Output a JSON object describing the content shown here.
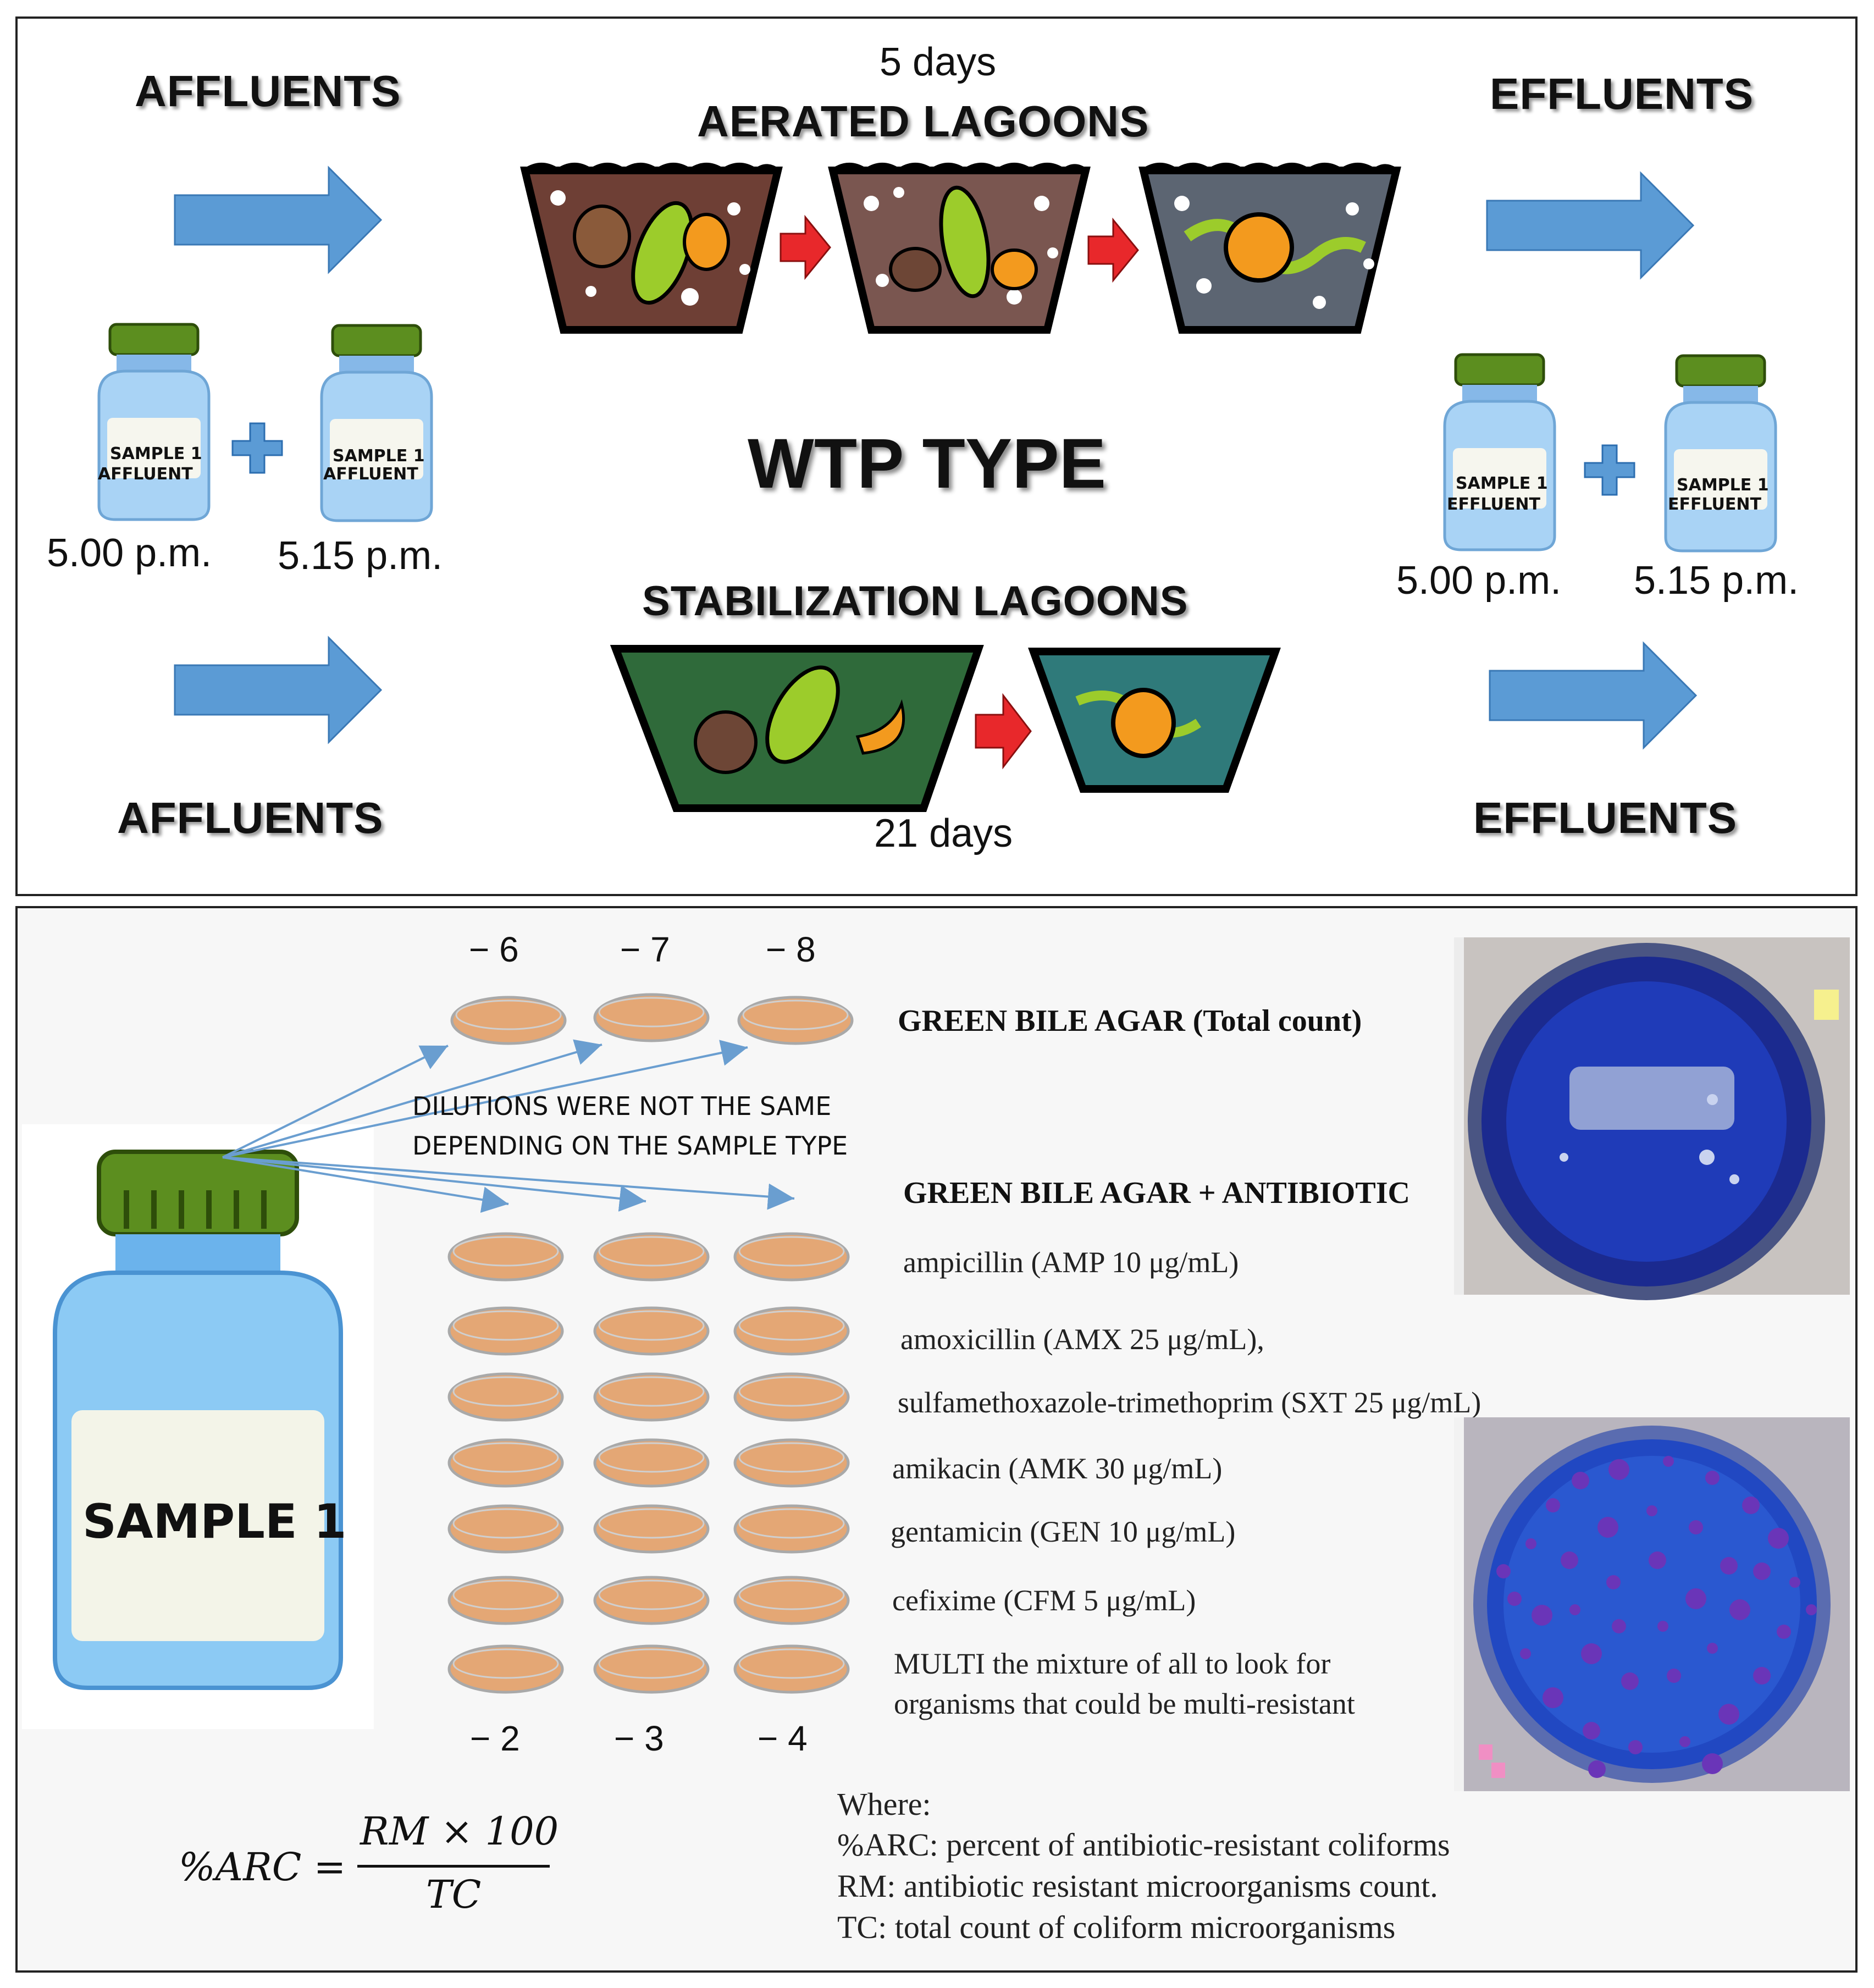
{
  "top": {
    "aerated_duration": "5 days",
    "aerated_title": "AERATED LAGOONS",
    "stabilization_title": "STABILIZATION LAGOONS",
    "stabilization_duration": "21 days",
    "center_title": "WTP TYPE",
    "affluents_label_top": "AFFLUENTS",
    "affluents_label_bottom": "AFFLUENTS",
    "effluents_label_top": "EFFLUENTS",
    "effluents_label_bottom": "EFFLUENTS",
    "affluent_bottle_label_line1": "SAMPLE 1",
    "affluent_bottle_label_line2": "AFFLUENT",
    "effluent_bottle_label_line1": "SAMPLE 1",
    "effluent_bottle_label_line2": "EFFLUENT",
    "time_first": "5.00 p.m.",
    "time_second": "5.15 p.m."
  },
  "bottom": {
    "big_bottle_label": "SAMPLE 1",
    "top_dilutions": [
      "− 6",
      "− 7",
      "− 8"
    ],
    "bottom_dilutions": [
      "− 2",
      "− 3",
      "− 4"
    ],
    "dilution_note_line1": "DILUTIONS WERE NOT THE SAME",
    "dilution_note_line2": "DEPENDING ON THE SAMPLE TYPE",
    "agar_total": "GREEN BILE AGAR (Total count)",
    "agar_antibiotic": "GREEN BILE AGAR + ANTIBIOTIC",
    "antibiotics": [
      "ampicillin (AMP 10 μg/mL)",
      "amoxicillin (AMX 25 μg/mL),",
      "sulfamethoxazole-trimethoprim (SXT 25 μg/mL)",
      "amikacin (AMK 30 μg/mL)",
      "gentamicin (GEN 10 μg/mL)",
      "cefixime (CFM 5 μg/mL)"
    ],
    "multi_line1": "MULTI the mixture of all to look for",
    "multi_line2": "organisms that could be multi-resistant",
    "formula_lhs": "%ARC =",
    "formula_numerator": "RM × 100",
    "formula_denominator": "TC",
    "where_title": "Where:",
    "where_lines": [
      "%ARC: percent of antibiotic-resistant coliforms",
      "RM: antibiotic resistant microorganisms count.",
      "TC: total count of coliform microorganisms"
    ]
  },
  "colors": {
    "arrow_blue": "#5b9bd5",
    "lagoon_red_arrow": "#e8282b",
    "dish_fill": "#e4a775",
    "agar_plate_blue": "#1a2fa8",
    "bottle_cap_green": "#5c8e1f"
  }
}
